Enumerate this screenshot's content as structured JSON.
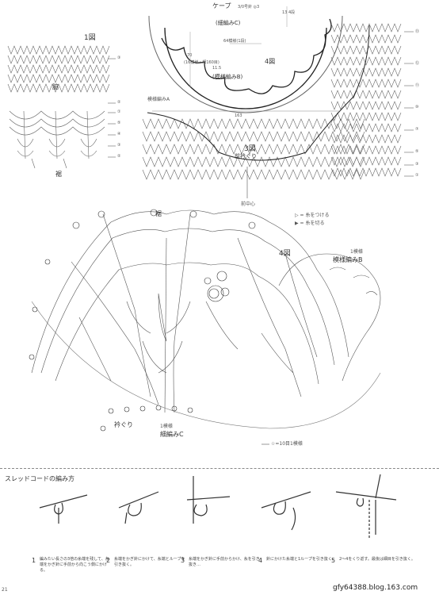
{
  "cape": {
    "title": "ケープ",
    "subtitle": "3/0号針 ◎3",
    "c_label": "(細編みC)",
    "stitch_count": "64模様(1段)",
    "b_label": "(模様編みB)",
    "fig4_ref": "4図",
    "left_num": "70",
    "left_note": "(16模様・細160目)",
    "left_note2": "11.5",
    "bottom_num": "163",
    "top_right": "13 4段"
  },
  "fig1": {
    "title": "1図",
    "side_label": "脇",
    "bottom_label": "裾",
    "row_marks": [
      "③",
      "②",
      "①",
      "⑤",
      "④",
      "③",
      "②",
      "①"
    ]
  },
  "fig3": {
    "title": "3図",
    "pattern_label": "模様編みA",
    "neck_label": "前衿ぐり",
    "center_label": "前中心",
    "row_marks": [
      "⑬",
      "⑫",
      "⑪",
      "⑩",
      "⑦",
      "⑤",
      "③",
      "①"
    ]
  },
  "legend": {
    "attach": "▷ = 糸をつける",
    "cut": "▶ = 糸を切る"
  },
  "fig4": {
    "title": "4図",
    "hem_label": "裾",
    "pattern_label": "模様編みB",
    "repeat_label": "1模様",
    "neck_label": "衿ぐり",
    "c_label": "細編みC",
    "c_repeat": "1模様",
    "repeat_note": "☆=10目1模様"
  },
  "thread_cord": {
    "title": "スレッドコードの編み方",
    "steps": [
      {
        "num": "1",
        "text": "編みたい長さの3倍の糸端を残して、糸端をかぎ針に手前から向こう側にかける。"
      },
      {
        "num": "2",
        "text": "糸端をかぎ針にかけて、糸端とループを引き抜く。"
      },
      {
        "num": "3",
        "text": "糸端をかぎ針に手前からかけ、糸を引き抜き…"
      },
      {
        "num": "4",
        "text": "針にかけた糸端と1ループを引き抜く。"
      },
      {
        "num": "5",
        "text": "2〜4をくり返す。最後は細目を引き抜く。"
      }
    ]
  },
  "page_number": "21",
  "watermark": "gfy64388.blog.163.com"
}
